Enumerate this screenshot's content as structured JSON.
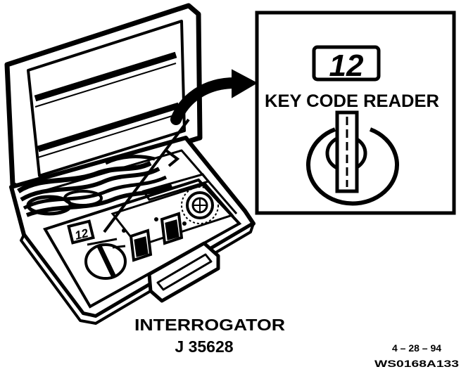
{
  "callout": {
    "display_value": "12",
    "title": "KEY CODE READER"
  },
  "device": {
    "name": "INTERROGATOR",
    "part_number": "J 35628",
    "display_value": "12"
  },
  "footer": {
    "date": "4 – 28 – 94",
    "figure_id": "WS0168A133"
  },
  "colors": {
    "ink": "#000000",
    "paper": "#ffffff"
  }
}
